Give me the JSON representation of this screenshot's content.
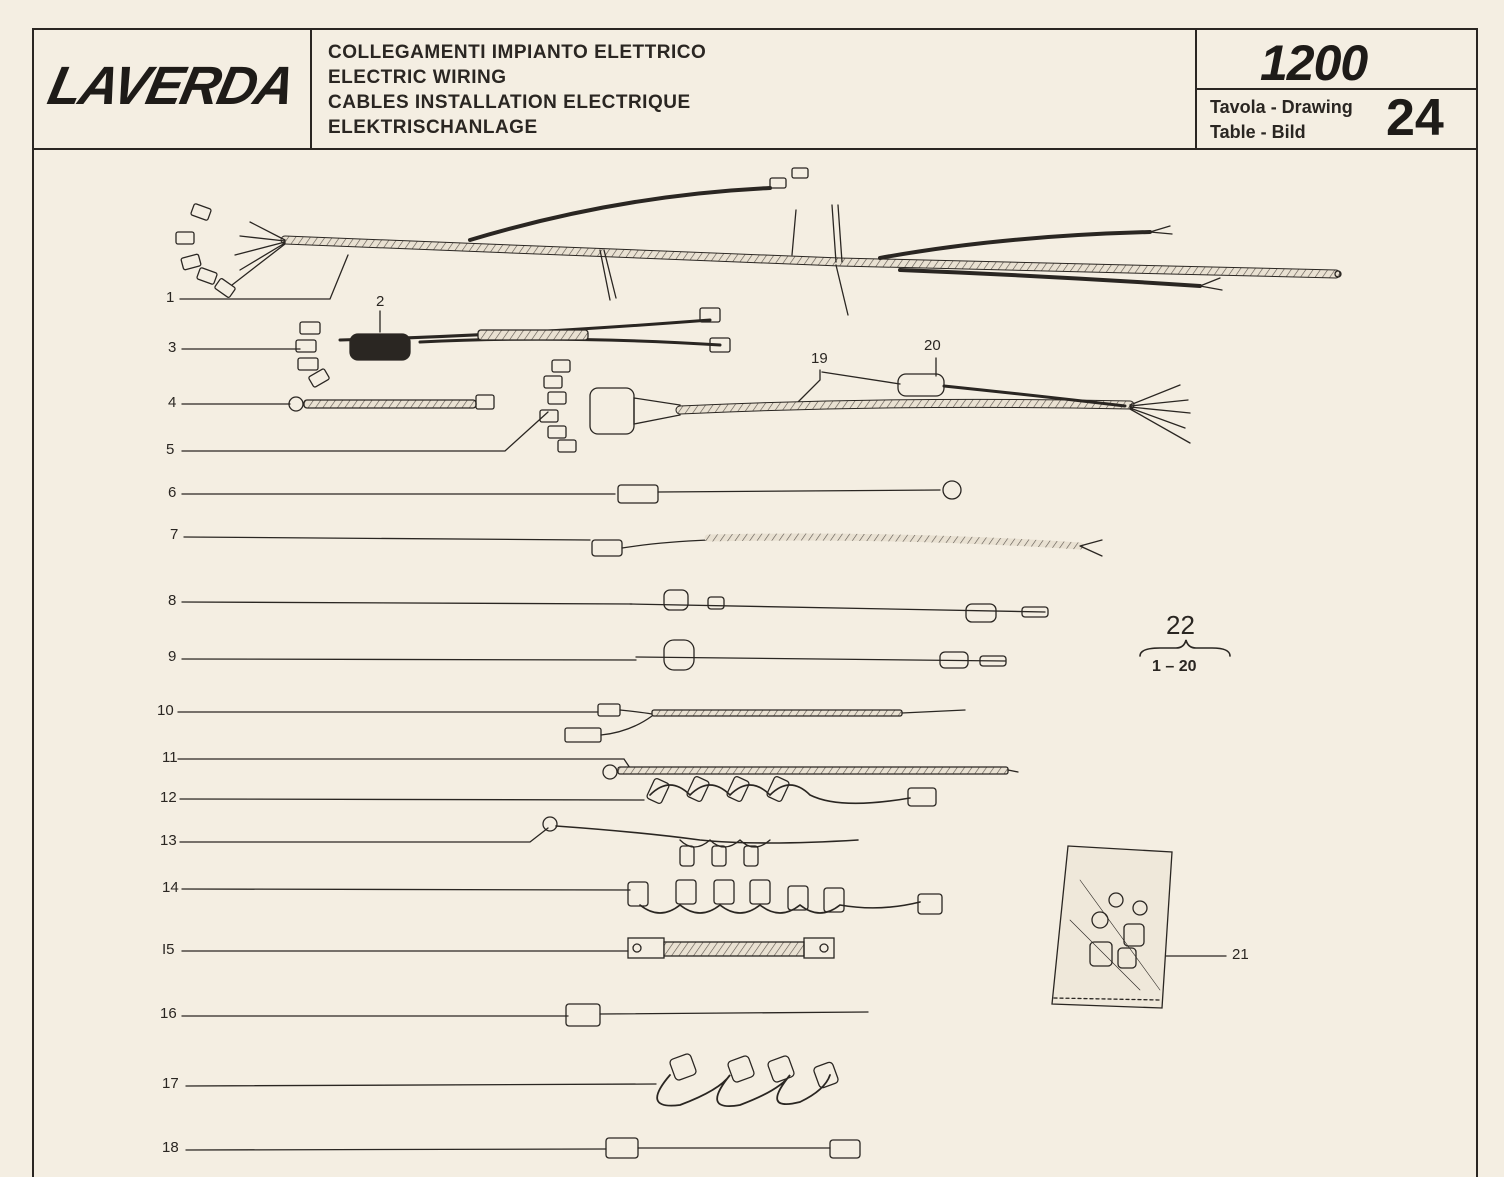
{
  "header": {
    "brand": "LAVERDA",
    "titles": [
      "COLLEGAMENTI IMPIANTO ELETTRICO",
      "ELECTRIC WIRING",
      "CABLES INSTALLATION ELECTRIQUE",
      "ELEKTRISCHANLAGE"
    ],
    "model": "1200",
    "table_label_1": "Tavola - Drawing",
    "table_label_2": "Table - Bild",
    "table_number": "24"
  },
  "callouts": {
    "n1": "1",
    "n2": "2",
    "n3": "3",
    "n4": "4",
    "n5": "5",
    "n6": "6",
    "n7": "7",
    "n8": "8",
    "n9": "9",
    "n10": "10",
    "n11": "11",
    "n12": "12",
    "n13": "13",
    "n14": "14",
    "n15": "I5",
    "n16": "16",
    "n17": "17",
    "n18": "18",
    "n19": "19",
    "n20": "20",
    "n21": "21"
  },
  "kit": {
    "number": "22",
    "range": "1 – 20"
  },
  "colors": {
    "paper": "#f4eee2",
    "ink": "#2a2622"
  }
}
